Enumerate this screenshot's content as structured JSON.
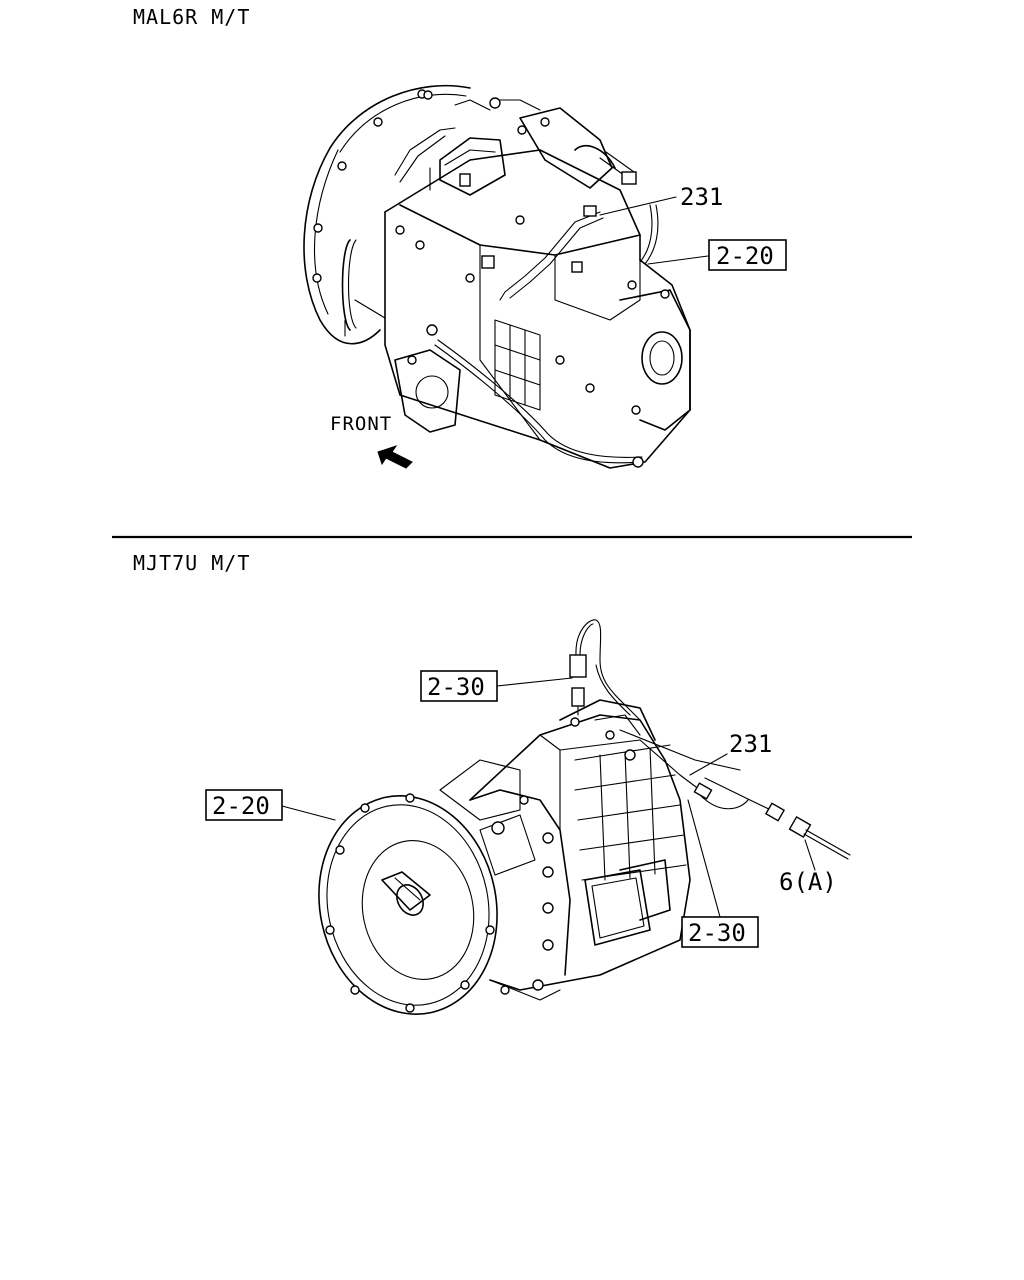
{
  "sections": [
    {
      "title": "MAL6R M/T",
      "callouts": {
        "part_231": "231",
        "ref_2_20": "2-20"
      },
      "direction_label": "FRONT"
    },
    {
      "title": "MJT7U M/T",
      "callouts": {
        "ref_2_30_top": "2-30",
        "part_231": "231",
        "ref_2_20": "2-20",
        "part_6a": "6(A)",
        "ref_2_30_bottom": "2-30"
      }
    }
  ]
}
